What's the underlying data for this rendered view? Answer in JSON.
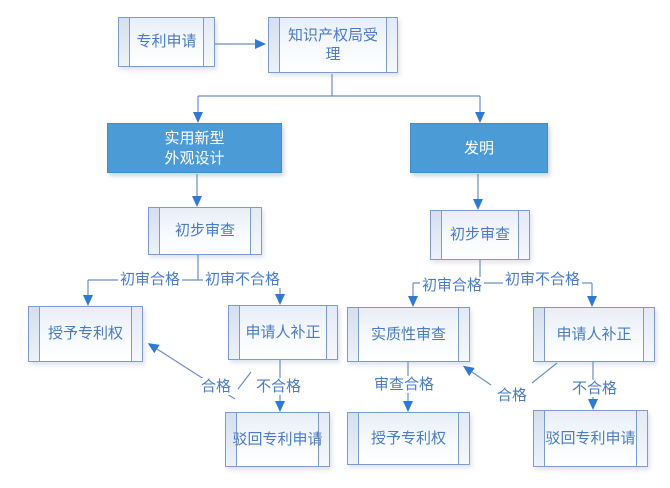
{
  "diagram": {
    "type": "flowchart",
    "language": "zh-CN",
    "subject": "patent application examination process"
  },
  "nodes": {
    "patent_application": {
      "label": "专利申请"
    },
    "ipo_acceptance": {
      "label": "知识产权局受理"
    },
    "utility_model_design": {
      "label": "实用新型\n外观设计"
    },
    "invention": {
      "label": "发明"
    },
    "preliminary_exam_left": {
      "label": "初步审查"
    },
    "preliminary_exam_right": {
      "label": "初步审查"
    },
    "grant_patent_left": {
      "label": "授予专利权"
    },
    "applicant_correction_left": {
      "label": "申请人补正"
    },
    "substantive_exam": {
      "label": "实质性审查"
    },
    "applicant_correction_right": {
      "label": "申请人补正"
    },
    "reject_application_left": {
      "label": "驳回专利申请"
    },
    "grant_patent_bottom": {
      "label": "授予专利权"
    },
    "reject_application_right": {
      "label": "驳回专利申请"
    }
  },
  "edge_labels": {
    "prelim_pass_left": "初审合格",
    "prelim_fail_left": "初审不合格",
    "qualified_left": "合格",
    "unqualified_left": "不合格",
    "prelim_pass_right": "初审合格",
    "prelim_fail_right": "初审不合格",
    "exam_pass": "审查合格",
    "qualified_right": "合格",
    "unqualified_right": "不合格"
  },
  "colors": {
    "accent_fill": "#4b9cd6",
    "accent_border": "#3e90cb",
    "box_border": "#7d9bce",
    "box_text": "#4a7bc4",
    "line": "#6b8fc7",
    "arrowhead": "#2f7ad1",
    "background": "#ffffff"
  }
}
